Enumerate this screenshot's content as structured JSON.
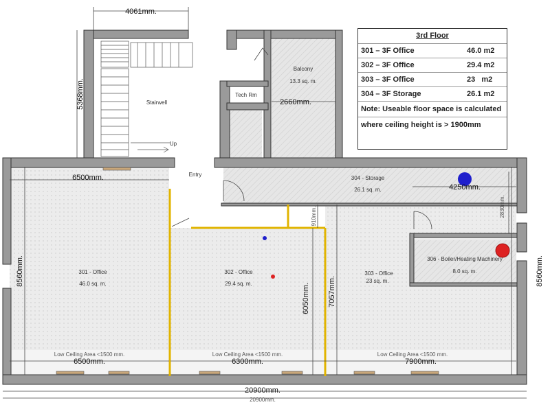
{
  "legend": {
    "title": "3rd Floor",
    "rows": [
      {
        "name": "301 – 3F Office",
        "area": "46.0 m2"
      },
      {
        "name": "302 – 3F Office",
        "area": "29.4 m2"
      },
      {
        "name": "303 – 3F Office",
        "area": "23   m2"
      },
      {
        "name": "304 – 3F Storage",
        "area": "26.1 m2"
      }
    ],
    "note_line1": "Note: Useable floor space is calculated",
    "note_line2": "where ceiling height is > 1900mm"
  },
  "rooms": {
    "stairwell": "Stairwell",
    "up": "Up",
    "tech": "Tech Rm",
    "balcony": "Balcony",
    "balcony_area": "13.3 sq. m.",
    "entry": "Entry",
    "storage": "304 - Storage",
    "storage_area": "26.1 sq. m.",
    "office301": "301 - Office",
    "office301_area": "46.0 sq. m.",
    "office302": "302 - Office",
    "office302_area": "29.4 sq. m.",
    "office303": "303 - Office",
    "office303_area": "23 sq. m.",
    "boiler": "306 - Boiler/Heating Machinery",
    "boiler_area": "8.0 sq. m.",
    "low_ceiling": "Low Ceiling Area <1500 mm."
  },
  "dimensions": {
    "top_width": "4061mm.",
    "stair_height": "5368mm.",
    "balcony_width": "2660mm.",
    "office301_width": "6500mm.",
    "storage_width": "4250mm.",
    "storage_depth": "2830mm.",
    "left_height": "8560mm.",
    "right_height": "8560mm.",
    "corridor": "910mm.",
    "office302_height": "6050mm.",
    "office303_height": "7057mm.",
    "bottom_301": "6500mm.",
    "bottom_302": "6300mm.",
    "bottom_303": "7900mm.",
    "total_width": "20900mm."
  },
  "colors": {
    "wall": "#9a9a9a",
    "room_fill": "#e9e9e9",
    "partition": "#e1b400",
    "marker_blue": "#1f1fcc",
    "marker_red": "#dd2222",
    "window": "#c9a77a"
  }
}
